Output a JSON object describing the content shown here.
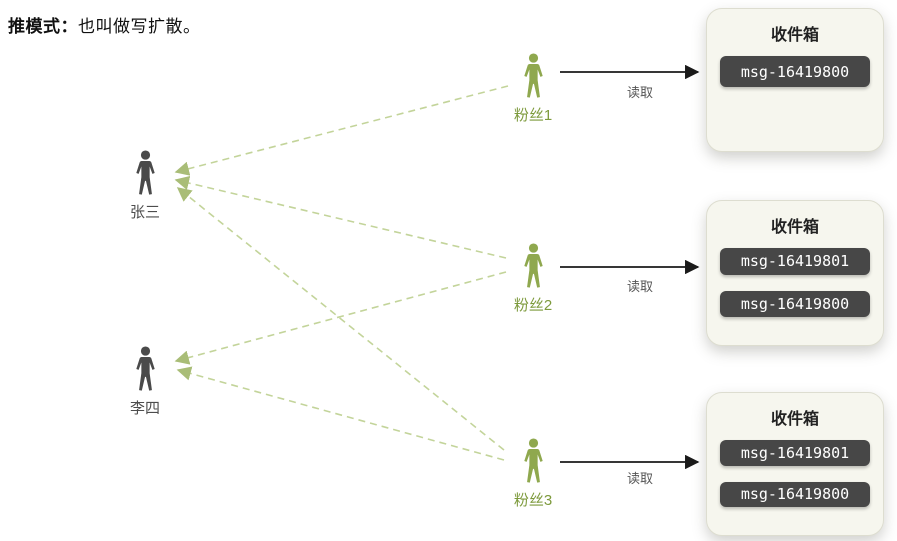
{
  "title": {
    "term": "推模式：",
    "desc": "也叫做写扩散。"
  },
  "publishers": [
    {
      "id": "zhangsan",
      "label": "张三"
    },
    {
      "id": "lisi",
      "label": "李四"
    }
  ],
  "fans": [
    {
      "id": "fan1",
      "label": "粉丝1"
    },
    {
      "id": "fan2",
      "label": "粉丝2"
    },
    {
      "id": "fan3",
      "label": "粉丝3"
    }
  ],
  "read_action": "读取",
  "inboxes": [
    {
      "owner": "粉丝1",
      "title": "收件箱",
      "messages": [
        "msg-16419800"
      ]
    },
    {
      "owner": "粉丝2",
      "title": "收件箱",
      "messages": [
        "msg-16419801",
        "msg-16419800"
      ]
    },
    {
      "owner": "粉丝3",
      "title": "收件箱",
      "messages": [
        "msg-16419801",
        "msg-16419800"
      ]
    }
  ],
  "relations": {
    "follows": [
      {
        "from": "粉丝1",
        "to": "张三"
      },
      {
        "from": "粉丝2",
        "to": "张三"
      },
      {
        "from": "粉丝3",
        "to": "张三"
      },
      {
        "from": "粉丝2",
        "to": "李四"
      },
      {
        "from": "粉丝3",
        "to": "李四"
      }
    ]
  },
  "colors": {
    "publisher_icon": "#4a4a4a",
    "fan_icon": "#8fa84e",
    "follow_line": "#c3d49a",
    "follow_arrowhead": "#a9bd77",
    "read_arrow": "#1a1a1a",
    "inbox_background": "#f6f6ee",
    "inbox_border": "#ddddd0",
    "message_background": "#474747",
    "message_text": "#ffffff"
  }
}
